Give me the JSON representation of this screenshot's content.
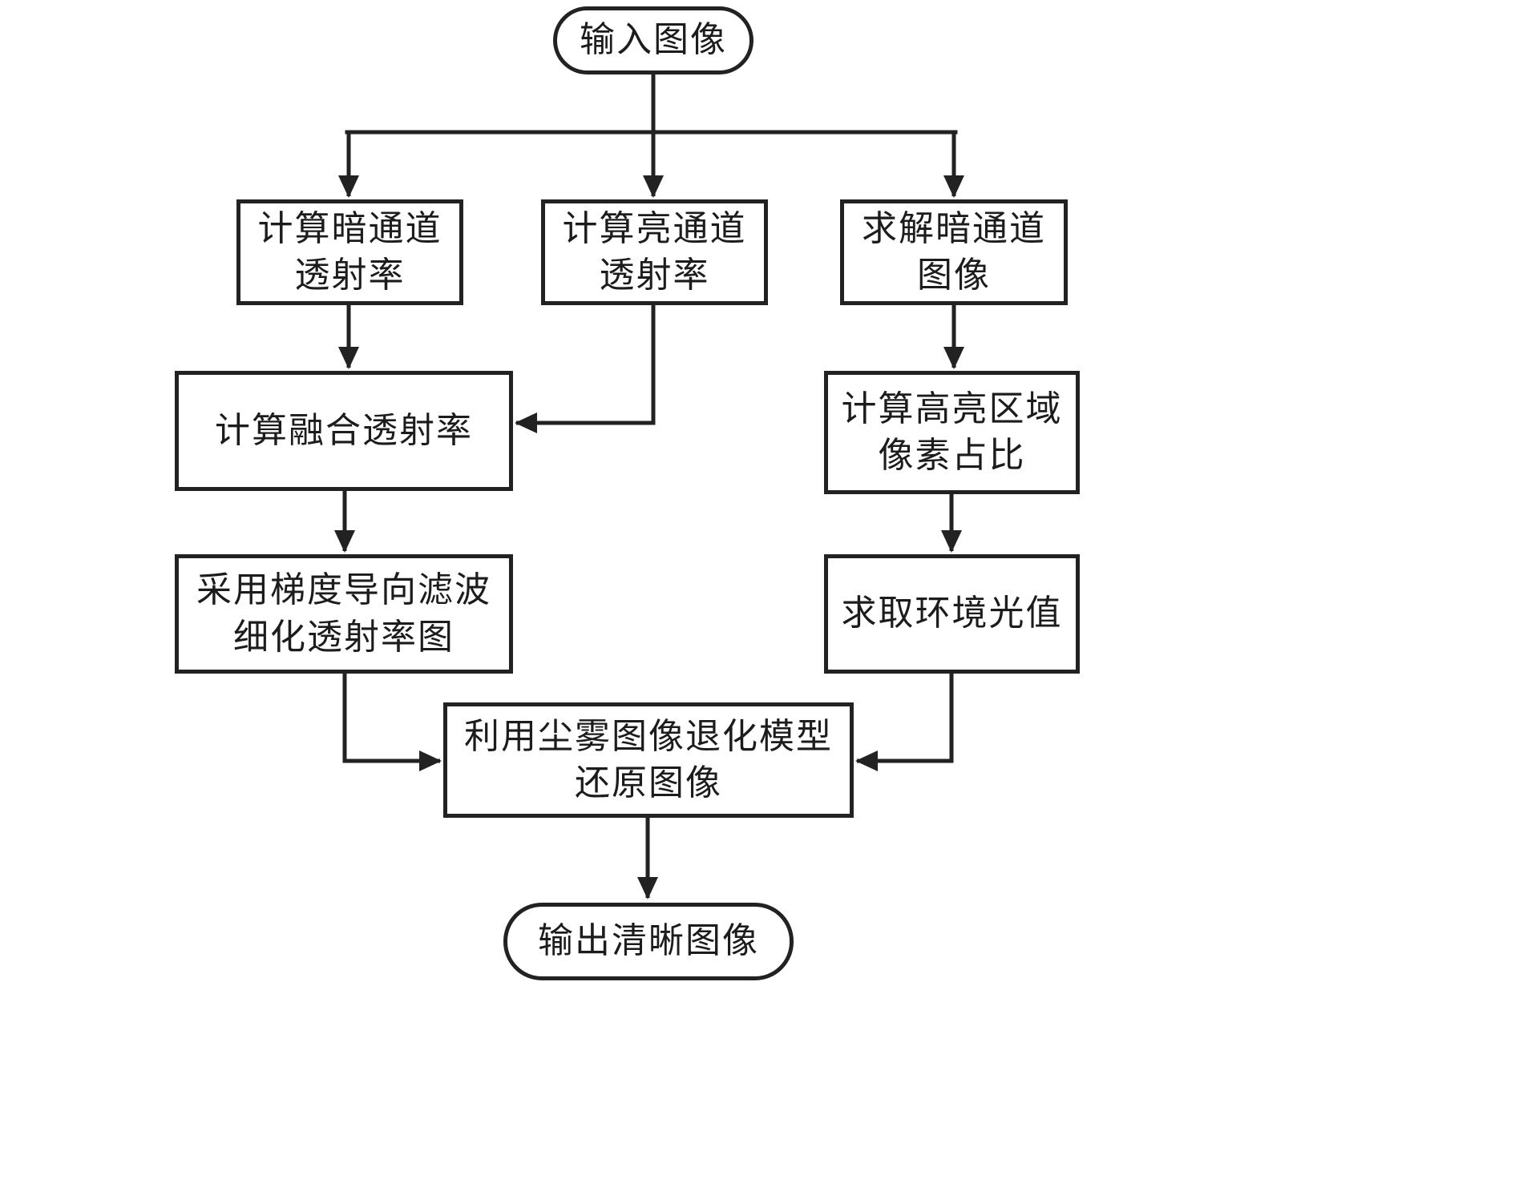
{
  "diagram": {
    "title": "dust-haze image restoration flowchart",
    "background_color": "#ffffff",
    "stroke_color": "#222222",
    "text_color": "#1c1c1c",
    "nodes": {
      "start": {
        "shape": "rounded",
        "lines": [
          "输入图像"
        ]
      },
      "calc_dark_channel_transmittance": {
        "shape": "rect",
        "lines": [
          "计算暗通道",
          "透射率"
        ]
      },
      "calc_bright_channel_transmittance": {
        "shape": "rect",
        "lines": [
          "计算亮通道",
          "透射率"
        ]
      },
      "solve_dark_channel_image": {
        "shape": "rect",
        "lines": [
          "求解暗通道",
          "图像"
        ]
      },
      "calc_fused_transmittance": {
        "shape": "rect",
        "lines": [
          "计算融合透射率"
        ]
      },
      "calc_highlight_pixel_ratio": {
        "shape": "rect",
        "lines": [
          "计算高亮区域",
          "像素占比"
        ]
      },
      "gradient_guided_filter_refine": {
        "shape": "rect",
        "lines": [
          "采用梯度导向滤波",
          "细化透射率图"
        ]
      },
      "obtain_ambient_light": {
        "shape": "rect",
        "lines": [
          "求取环境光值"
        ]
      },
      "restore_with_degradation_model": {
        "shape": "rect",
        "lines": [
          "利用尘雾图像退化模型",
          "还原图像"
        ]
      },
      "end": {
        "shape": "rounded",
        "lines": [
          "输出清晰图像"
        ]
      }
    }
  }
}
